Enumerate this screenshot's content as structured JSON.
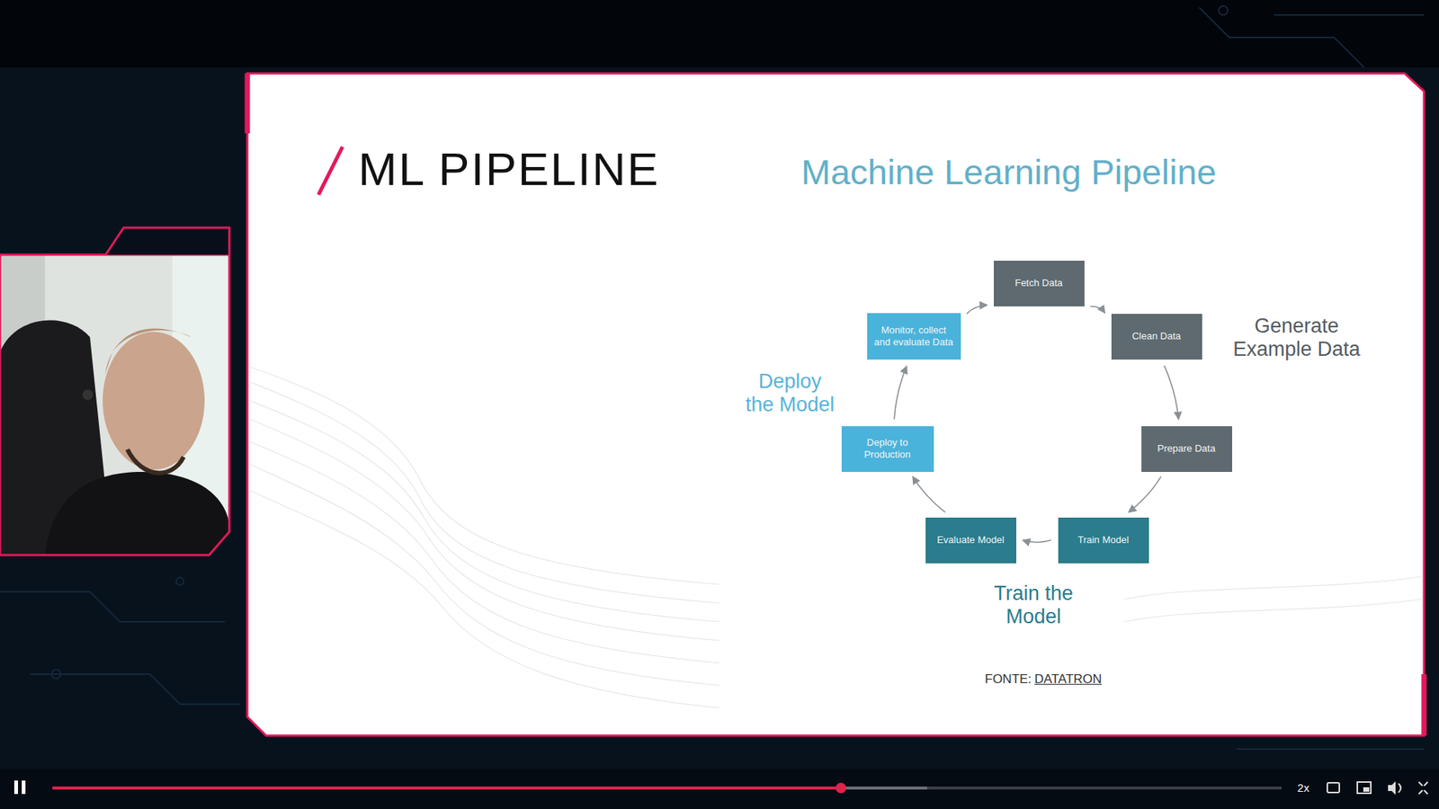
{
  "diagram": {
    "title": "ML PIPELINE",
    "nodes": [
      {
        "text": [
          "Fetch Data"
        ]
      },
      {
        "text": [
          "Clean Data"
        ]
      },
      {
        "text": [
          "Prepare Data"
        ]
      },
      {
        "text": [
          "Train Model"
        ]
      },
      {
        "text": [
          "Evaluate Model"
        ]
      },
      {
        "text": [
          "Deploy to Production"
        ]
      },
      {
        "text": [
          "Monitor, collect and evaluate Data"
        ]
      }
    ],
    "edges": [
      {
        "from": 0,
        "to": 1,
        "arrow": "to"
      },
      {
        "from": 1,
        "to": 2,
        "arrow": "to"
      },
      {
        "from": 2,
        "to": 3,
        "arrow": "to"
      },
      {
        "from": 3,
        "to": 4,
        "arrow": "to"
      },
      {
        "from": 4,
        "to": 5,
        "arrow": "to"
      },
      {
        "from": 5,
        "to": 6,
        "arrow": "to"
      },
      {
        "from": 6,
        "to": 0,
        "arrow": "to"
      }
    ],
    "labels": [
      "Machine Learning Pipeline",
      "Generate Example Data",
      "Deploy the Model",
      "Train the Model",
      "FONTE:",
      "DATATRON",
      "2x"
    ]
  }
}
